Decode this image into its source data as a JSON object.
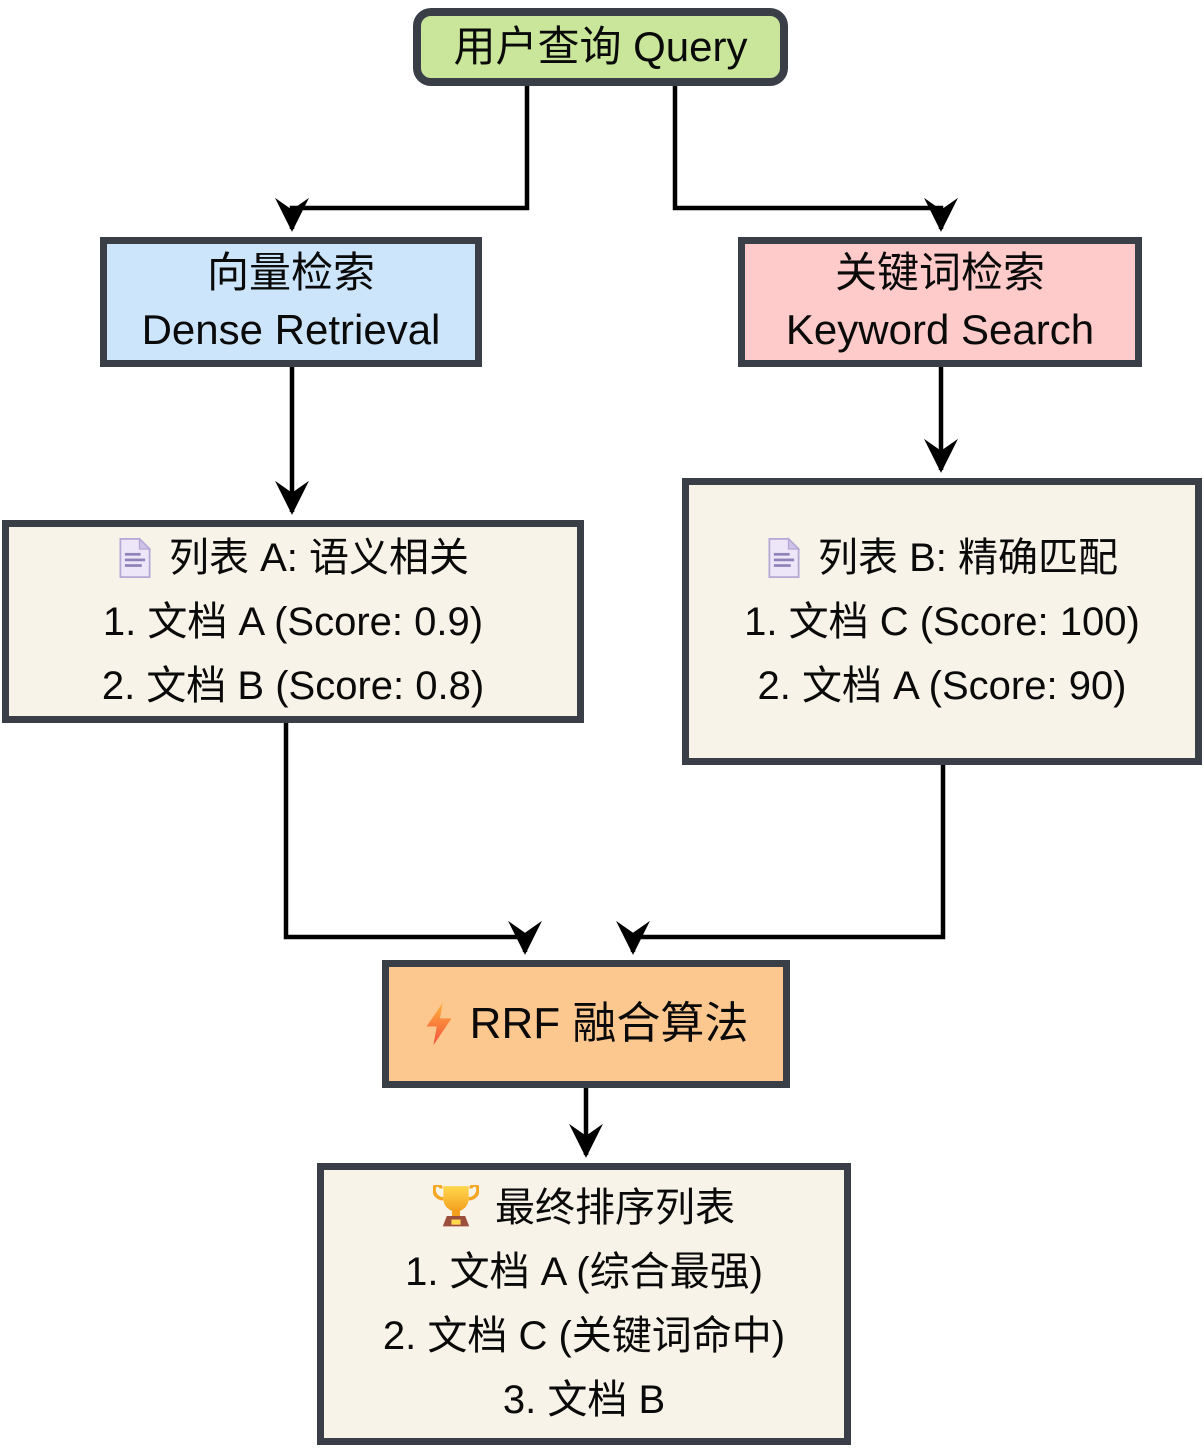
{
  "colors": {
    "node_border": "#3a3f47",
    "edge": "#000000",
    "query_fill": "#c9e69a",
    "dense_fill": "#cde5fb",
    "keyword_fill": "#fecaca",
    "list_fill": "#f7f3e9",
    "rrf_fill": "#fdc88f"
  },
  "nodes": {
    "query": {
      "label": "用户查询 Query"
    },
    "dense": {
      "lines": [
        "向量检索",
        "Dense Retrieval"
      ]
    },
    "keyword": {
      "lines": [
        "关键词检索",
        "Keyword Search"
      ]
    },
    "list_a": {
      "icon": "document-icon",
      "title": "列表 A: 语义相关",
      "items": [
        "1. 文档 A (Score: 0.9)",
        "2. 文档 B (Score: 0.8)"
      ]
    },
    "list_b": {
      "icon": "document-icon",
      "title": "列表 B: 精确匹配",
      "items": [
        "1. 文档 C (Score: 100)",
        "2. 文档 A (Score: 90)"
      ]
    },
    "rrf": {
      "icon": "lightning-icon",
      "label": "RRF 融合算法"
    },
    "final": {
      "icon": "trophy-icon",
      "title": "最终排序列表",
      "items": [
        "1. 文档 A (综合最强)",
        "2. 文档 C (关键词命中)",
        "3. 文档 B"
      ]
    }
  }
}
